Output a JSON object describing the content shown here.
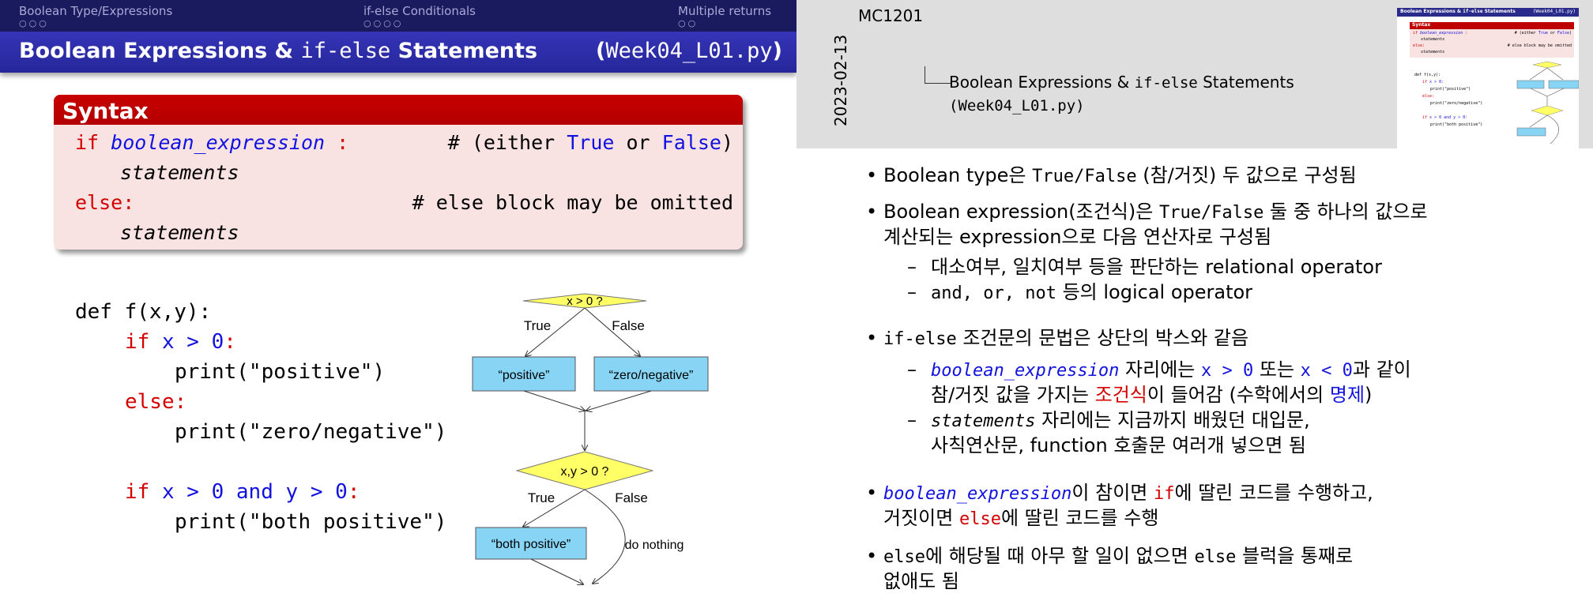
{
  "slide": {
    "nav": {
      "sections": [
        "Boolean Type/Expressions",
        "if-else Conditionals",
        "Multiple returns"
      ],
      "dots": [
        "○○○",
        "○○○○",
        "○○"
      ]
    },
    "title_part1": "Boolean Expressions & ",
    "title_if_else": "if-else",
    "title_part2": " Statements",
    "title_file_open": "(",
    "title_file": "Week04_L01.py",
    "title_file_close": ")",
    "syntax": {
      "heading": "Syntax",
      "if_kw": "if",
      "expr": "boolean_expression",
      "colon": ":",
      "comment1_a": "# (either ",
      "comment1_true": "True",
      "comment1_b": " or ",
      "comment1_false": "False",
      "comment1_c": ")",
      "statements": "statements",
      "else_kw": "else:",
      "comment2": "# else block may be omitted"
    },
    "code": {
      "def_line": "def f(x,y):",
      "if1_kw": "if",
      "if1_cond": "x > 0",
      "if1_colon": ":",
      "print1": "print(\"positive\")",
      "else_kw": "else:",
      "print2": "print(\"zero/negative\")",
      "if2_kw": "if",
      "if2_x": "x > 0",
      "if2_and": "and",
      "if2_y": "y > 0",
      "if2_colon": ":",
      "print3": "print(\"both positive\")"
    },
    "flow": {
      "cond1": "x > 0 ?",
      "true1": "True",
      "false1": "False",
      "box1": "“positive”",
      "box2": "“zero/negative”",
      "cond2": "x,y > 0 ?",
      "true2": "True",
      "false2": "False",
      "box3": "“both positive”",
      "nothing": "do nothing"
    }
  },
  "notes": {
    "course": "MC1201",
    "date": "2023-02-13",
    "breadcrumb_part1": "Boolean Expressions & ",
    "breadcrumb_if_else": "if-else",
    "breadcrumb_part2": " Statements",
    "breadcrumb_file": "(Week04_L01.py)",
    "thumb": {
      "title_a": "Boolean Expressions & ",
      "title_b": "if-else",
      "title_c": " Statements",
      "file": "(Week04_L01.py)",
      "syntax": "Syntax"
    },
    "bullets": {
      "b1_a": "Boolean type은 ",
      "b1_mono": "True/False",
      "b1_b": " (참/거짓) 두 값으로 구성됨",
      "b2_a": "Boolean expression(조건식)은 ",
      "b2_mono": "True/False",
      "b2_b": " 둘 중 하나의 값으로",
      "b2_c": "계산되는 expression으로 다음 연산자로 구성됨",
      "b2_s1": "대소여부, 일치여부 등을 판단하는 relational operator",
      "b2_s2_mono": "and, or, not",
      "b2_s2": " 등의 logical operator",
      "b3_mono": "if-else",
      "b3": " 조건문의 문법은 상단의 박스와 같음",
      "b3_s1_expr": "boolean_expression",
      "b3_s1_a": " 자리에는 ",
      "b3_s1_x1": "x > 0",
      "b3_s1_b": " 또는 ",
      "b3_s1_x2": "x < 0",
      "b3_s1_c": "과 같이",
      "b3_s1_d": "참/거짓 값을 가지는 ",
      "b3_s1_cond": "조건식",
      "b3_s1_e": "이 들어감  (수학에서의 ",
      "b3_s1_prop": "명제",
      "b3_s1_f": ")",
      "b3_s2_stmt": "statements",
      "b3_s2_a": " 자리에는 지금까지 배웠던 대입문,",
      "b3_s2_b": "사칙연산문, function 호출문 여러개 넣으면 됨",
      "b4_expr": "boolean_expression",
      "b4_a": "이 참이면 ",
      "b4_if": "if",
      "b4_b": "에 딸린 코드를 수행하고,",
      "b4_c": "거짓이면 ",
      "b4_else": "else",
      "b4_d": "에 딸린 코드를 수행",
      "b5_mono1": "else",
      "b5_a": "에 해당될 때 아무 할 일이 없으면 ",
      "b5_mono2": "else",
      "b5_b": " 블럭을 통째로",
      "b5_c": "없애도 됨"
    }
  },
  "colors": {
    "nav_bg": "#1a1a5e",
    "title_bg": "#2f2fad",
    "syntax_head": "#c00000",
    "syntax_body": "#f8e2e2",
    "keyword_red": "#d40000",
    "keyword_blue": "#1212e0",
    "flow_diamond": "#ffff66",
    "flow_box": "#87d4f5"
  }
}
